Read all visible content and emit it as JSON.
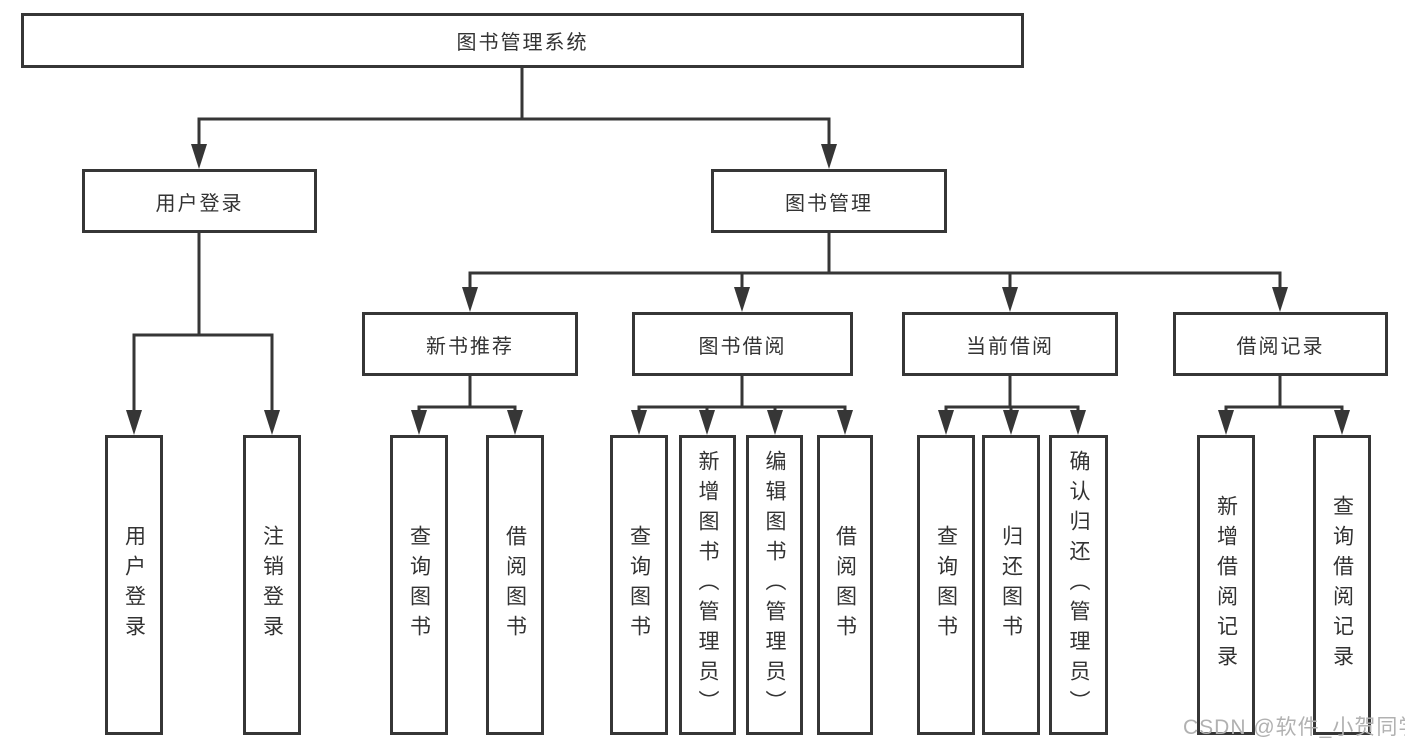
{
  "diagram": {
    "root": "图书管理系统",
    "level2": [
      "用户登录",
      "图书管理"
    ],
    "level3": [
      "新书推荐",
      "图书借阅",
      "当前借阅",
      "借阅记录"
    ],
    "leaves": {
      "user_login": [
        "用户登录",
        "注销登录"
      ],
      "new_book": [
        "查询图书",
        "借阅图书"
      ],
      "book_borrow": [
        "查询图书",
        "新增图书（管理员）",
        "编辑图书（管理员）",
        "借阅图书"
      ],
      "current_borrow": [
        "查询图书",
        "归还图书",
        "确认归还（管理员）"
      ],
      "borrow_record": [
        "新增借阅记录",
        "查询借阅记录"
      ]
    },
    "colors": {
      "line": "#363636",
      "text": "#333333",
      "watermark": "#b1b1b1"
    }
  },
  "watermark": "CSDN @软件_小贺同学"
}
